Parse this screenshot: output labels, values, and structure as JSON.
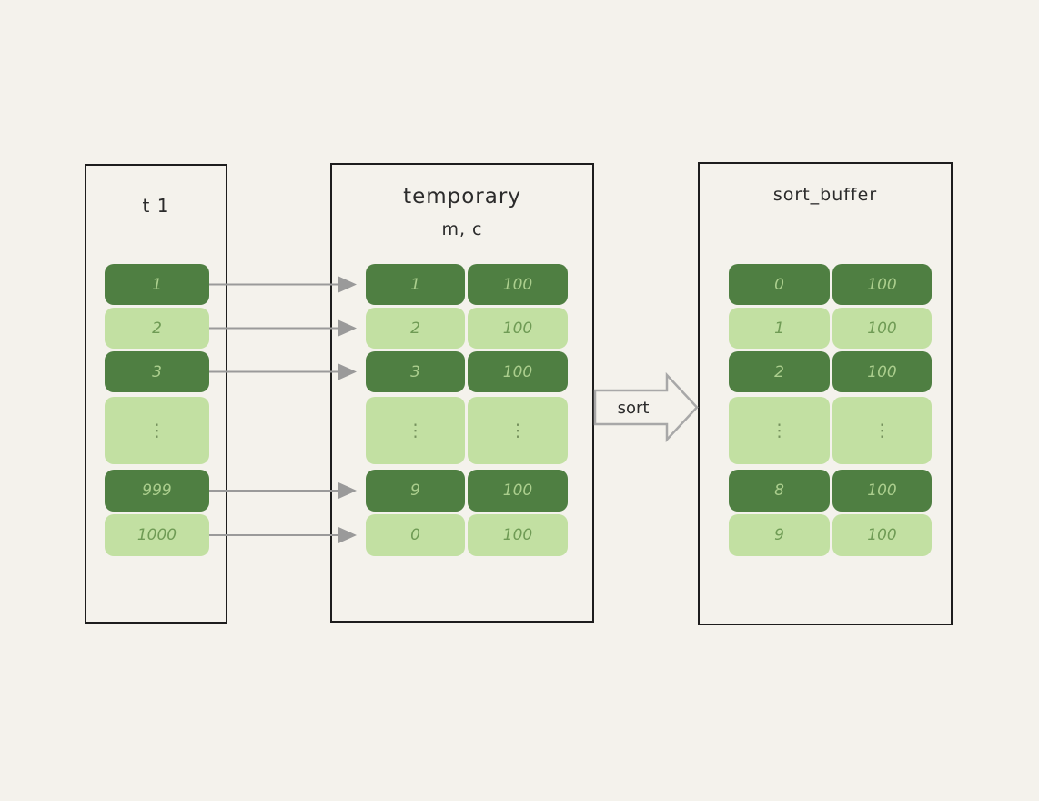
{
  "colors": {
    "background": "#f4f2ec",
    "box_border": "#1d1d1d",
    "row_dark": "#4f7f42",
    "row_light": "#c2e0a2",
    "row_dark_text": "#abce8d",
    "row_light_text": "#6f9b55",
    "arrow_gray": "#9a9a9a",
    "sort_arrow_outline": "#a8a8a8"
  },
  "left_table": {
    "title": "t 1",
    "rows": [
      {
        "value": "1",
        "tone": "dark"
      },
      {
        "value": "2",
        "tone": "light"
      },
      {
        "value": "3",
        "tone": "dark"
      },
      {
        "value": "⋮",
        "tone": "light",
        "ellipsis": true
      },
      {
        "value": "999",
        "tone": "dark"
      },
      {
        "value": "1000",
        "tone": "light"
      }
    ]
  },
  "middle_table": {
    "title": "temporary",
    "subtitle": "m, c",
    "rows": [
      {
        "m": "1",
        "c": "100",
        "tone": "dark"
      },
      {
        "m": "2",
        "c": "100",
        "tone": "light"
      },
      {
        "m": "3",
        "c": "100",
        "tone": "dark"
      },
      {
        "m": "⋮",
        "c": "⋮",
        "tone": "light",
        "ellipsis": true
      },
      {
        "m": "9",
        "c": "100",
        "tone": "dark"
      },
      {
        "m": "0",
        "c": "100",
        "tone": "light"
      }
    ]
  },
  "right_table": {
    "title": "sort_buffer",
    "rows": [
      {
        "m": "0",
        "c": "100",
        "tone": "dark"
      },
      {
        "m": "1",
        "c": "100",
        "tone": "light"
      },
      {
        "m": "2",
        "c": "100",
        "tone": "dark"
      },
      {
        "m": "⋮",
        "c": "⋮",
        "tone": "light",
        "ellipsis": true
      },
      {
        "m": "8",
        "c": "100",
        "tone": "dark"
      },
      {
        "m": "9",
        "c": "100",
        "tone": "light"
      }
    ]
  },
  "sort_arrow": {
    "label": "sort"
  }
}
